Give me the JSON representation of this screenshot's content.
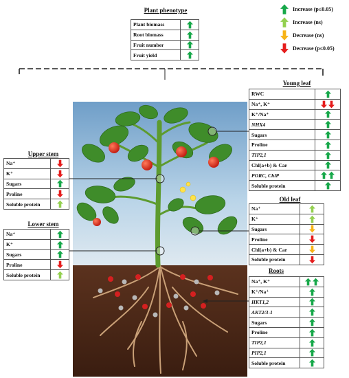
{
  "colors": {
    "increase_sig": "#17a84a",
    "increase_ns": "#93d050",
    "decrease_ns": "#f7b316",
    "decrease_sig": "#e51c1c"
  },
  "legend": [
    {
      "dir": "up",
      "color": "#17a84a",
      "label": "Increase (p≤0.05)"
    },
    {
      "dir": "up",
      "color": "#93d050",
      "label": "Increase (ns)"
    },
    {
      "dir": "down",
      "color": "#f7b316",
      "label": "Decrease (ns)"
    },
    {
      "dir": "down",
      "color": "#e51c1c",
      "label": "Decrease (p≤0.05)"
    }
  ],
  "plant_phenotype": {
    "title": "Plant phenotype",
    "rows": [
      {
        "label": "Plant biomass",
        "arrows": [
          "G"
        ]
      },
      {
        "label": "Root biomass",
        "arrows": [
          "G"
        ]
      },
      {
        "label": "Fruit number",
        "arrows": [
          "G"
        ]
      },
      {
        "label": "Fruit yield",
        "arrows": [
          "G"
        ]
      }
    ]
  },
  "young_leaf": {
    "title": "Young leaf",
    "rows": [
      {
        "label": "RWC",
        "arrows": [
          "G"
        ]
      },
      {
        "label": "Na⁺, K⁺",
        "arrows": [
          "R",
          "R"
        ]
      },
      {
        "label": "K⁺/Na⁺",
        "arrows": [
          "G"
        ]
      },
      {
        "label": "NHX4",
        "italic": true,
        "arrows": [
          "G"
        ]
      },
      {
        "label": "Sugars",
        "arrows": [
          "G"
        ]
      },
      {
        "label": "Proline",
        "arrows": [
          "G"
        ]
      },
      {
        "label": "TIP2,1",
        "italic": true,
        "arrows": [
          "G"
        ]
      },
      {
        "label": "Chl(a+b) & Car",
        "arrows": [
          "G"
        ]
      },
      {
        "label": "PORC, ChlP",
        "italic": true,
        "arrows": [
          "G",
          "G"
        ]
      },
      {
        "label": "Soluble protein",
        "arrows": [
          "G"
        ]
      }
    ]
  },
  "upper_stem": {
    "title": "Upper  stem",
    "rows": [
      {
        "label": "Na⁺",
        "arrows": [
          "R"
        ]
      },
      {
        "label": "K⁺",
        "arrows": [
          "R"
        ]
      },
      {
        "label": "Sugars",
        "arrows": [
          "G"
        ]
      },
      {
        "label": "Proline",
        "arrows": [
          "R"
        ]
      },
      {
        "label": "Soluble protein",
        "arrows": [
          "L"
        ]
      }
    ]
  },
  "old_leaf": {
    "title": "Old leaf",
    "rows": [
      {
        "label": "Na⁺",
        "arrows": [
          "L"
        ]
      },
      {
        "label": "K⁺",
        "arrows": [
          "L"
        ]
      },
      {
        "label": "Sugars",
        "arrows": [
          "O"
        ]
      },
      {
        "label": "Proline",
        "arrows": [
          "R"
        ]
      },
      {
        "label": "Chl(a+b) & Car",
        "arrows": [
          "O"
        ]
      },
      {
        "label": "Soluble protein",
        "arrows": [
          "R"
        ]
      }
    ]
  },
  "lower_stem": {
    "title": "Lower  stem",
    "rows": [
      {
        "label": "Na⁺",
        "arrows": [
          "G"
        ]
      },
      {
        "label": "K⁺",
        "arrows": [
          "G"
        ]
      },
      {
        "label": "Sugars",
        "arrows": [
          "G"
        ]
      },
      {
        "label": "Proline",
        "arrows": [
          "R"
        ]
      },
      {
        "label": "Soluble protein",
        "arrows": [
          "L"
        ]
      }
    ]
  },
  "roots": {
    "title": "Roots",
    "rows": [
      {
        "label": "Na⁺, K⁺",
        "arrows": [
          "G",
          "G"
        ]
      },
      {
        "label": "K⁺/Na⁺",
        "arrows": [
          "G"
        ]
      },
      {
        "label": "HKT1,2",
        "italic": true,
        "arrows": [
          "G"
        ]
      },
      {
        "label": "AKT2/3-1",
        "italic": true,
        "arrows": [
          "G"
        ]
      },
      {
        "label": "Sugars",
        "arrows": [
          "G"
        ]
      },
      {
        "label": "Proline",
        "arrows": [
          "G"
        ]
      },
      {
        "label": "TIP2,1",
        "italic": true,
        "arrows": [
          "G"
        ]
      },
      {
        "label": "PIP2,1",
        "italic": true,
        "arrows": [
          "G"
        ]
      },
      {
        "label": "Soluble protein",
        "arrows": [
          "G"
        ]
      }
    ]
  }
}
